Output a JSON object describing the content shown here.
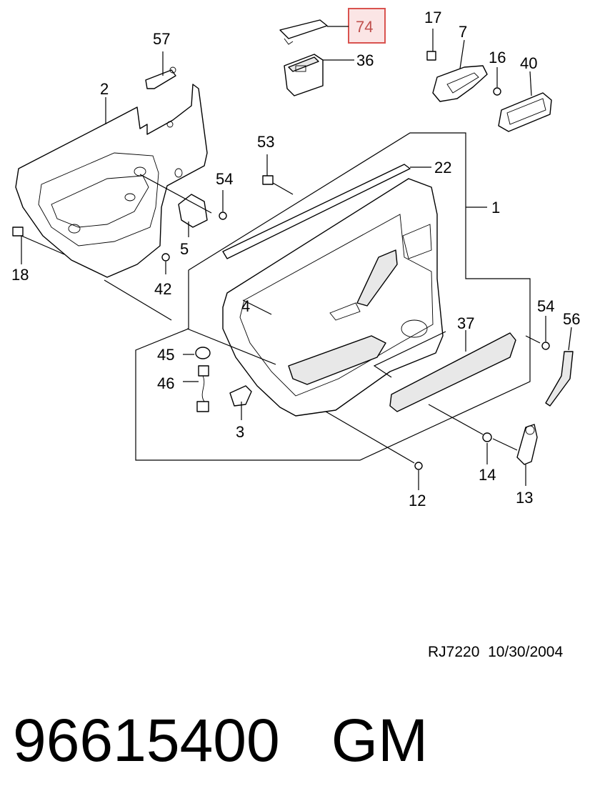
{
  "callouts": {
    "c1": "1",
    "c2": "2",
    "c3": "3",
    "c4": "4",
    "c5": "5",
    "c7": "7",
    "c12": "12",
    "c13": "13",
    "c14": "14",
    "c16": "16",
    "c17": "17",
    "c18": "18",
    "c22": "22",
    "c36": "36",
    "c37": "37",
    "c40": "40",
    "c42": "42",
    "c45": "45",
    "c46": "46",
    "c53": "53",
    "c54a": "54",
    "c54b": "54",
    "c56": "56",
    "c57": "57",
    "c74": "74"
  },
  "highlight": {
    "callout": "74",
    "color": "#d9534f",
    "fill": "#fbe5e5"
  },
  "footer": {
    "diagram_code": "RJ7220",
    "date": "10/30/2004",
    "part_number": "96615400",
    "brand": "GM"
  }
}
